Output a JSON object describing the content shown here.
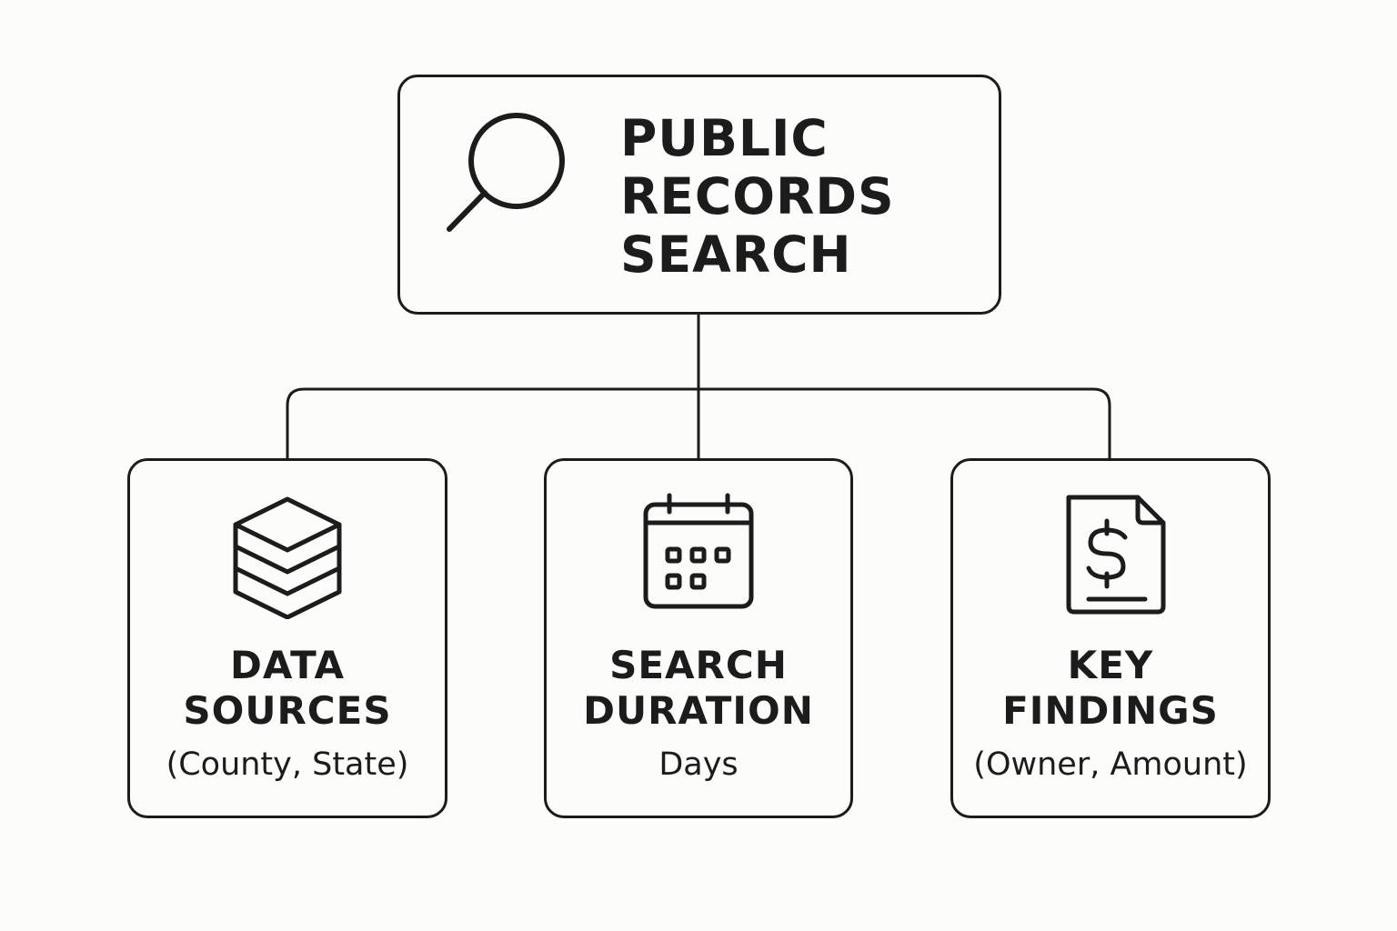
{
  "root": {
    "icon": "search-icon",
    "title_lines": [
      "PUBLIC",
      "RECORDS",
      "SEARCH"
    ]
  },
  "children": [
    {
      "icon": "database-stack-icon",
      "title_lines": [
        "DATA",
        "SOURCES"
      ],
      "subtitle": "(County, State)"
    },
    {
      "icon": "calendar-icon",
      "title_lines": [
        "SEARCH",
        "DURATION"
      ],
      "subtitle": "Days"
    },
    {
      "icon": "dollar-document-icon",
      "title_lines": [
        "KEY",
        "FINDINGS"
      ],
      "subtitle": "(Owner, Amount)"
    }
  ],
  "colors": {
    "stroke": "#1c1c1c",
    "background": "#fcfcfa"
  }
}
